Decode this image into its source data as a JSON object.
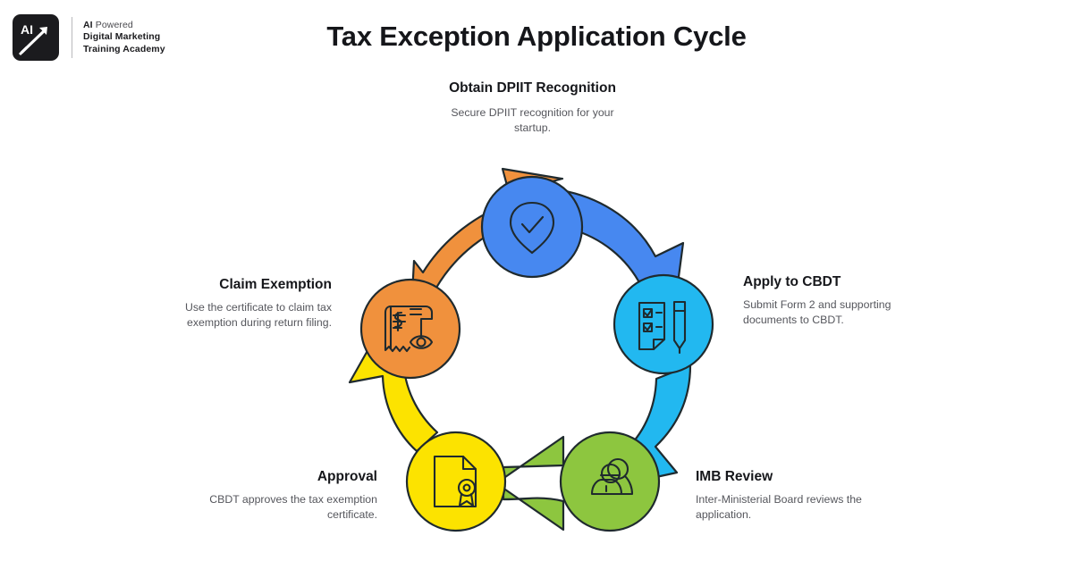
{
  "brand": {
    "mark_text": "AI",
    "mark_icon": "upward-arrow-icon",
    "line1_bold": "AI ",
    "line1_light": "Powered",
    "line2": "Digital Marketing",
    "line3": "Training Academy"
  },
  "header": {
    "title": "Tax Exception Application Cycle"
  },
  "diagram": {
    "type": "cycle",
    "step_count": 5,
    "nodes": [
      {
        "id": "obtain-dpiit-recognition",
        "title": "Obtain DPIIT Recognition",
        "description": "Secure DPIIT recognition for your startup.",
        "color": "#4788F0",
        "icon": "shield-check-icon",
        "position": "top"
      },
      {
        "id": "apply-to-cbdt",
        "title": "Apply to CBDT",
        "description": "Submit Form 2 and supporting documents to CBDT.",
        "color": "#22B8F0",
        "icon": "checklist-pen-icon",
        "position": "right"
      },
      {
        "id": "imb-review",
        "title": "IMB Review",
        "description": "Inter-Ministerial Board reviews the application.",
        "color": "#8DC63F",
        "icon": "people-review-icon",
        "position": "bottom-right"
      },
      {
        "id": "approval",
        "title": "Approval",
        "description": "CBDT approves the tax exemption certificate.",
        "color": "#FCE300",
        "icon": "certificate-award-icon",
        "position": "bottom-left"
      },
      {
        "id": "claim-exemption",
        "title": "Claim Exemption",
        "description": "Use the certificate to claim tax exemption during return filing.",
        "color": "#F0913D",
        "icon": "receipt-eye-icon",
        "position": "left"
      }
    ],
    "arrows": [
      {
        "id": "arrow-dpiit-to-cbdt",
        "from": "obtain-dpiit-recognition",
        "to": "apply-to-cbdt",
        "color": "#4788F0"
      },
      {
        "id": "arrow-cbdt-to-imb",
        "from": "apply-to-cbdt",
        "to": "imb-review",
        "color": "#22B8F0"
      },
      {
        "id": "arrow-imb-to-approval",
        "from": "imb-review",
        "to": "approval",
        "color": "#8DC63F"
      },
      {
        "id": "arrow-approval-to-claim",
        "from": "approval",
        "to": "claim-exemption",
        "color": "#FCE300"
      },
      {
        "id": "arrow-claim-to-dpiit",
        "from": "claim-exemption",
        "to": "obtain-dpiit-recognition",
        "color": "#F0913D"
      }
    ],
    "outline_color": "#1f2a2e",
    "background": "#ffffff"
  }
}
